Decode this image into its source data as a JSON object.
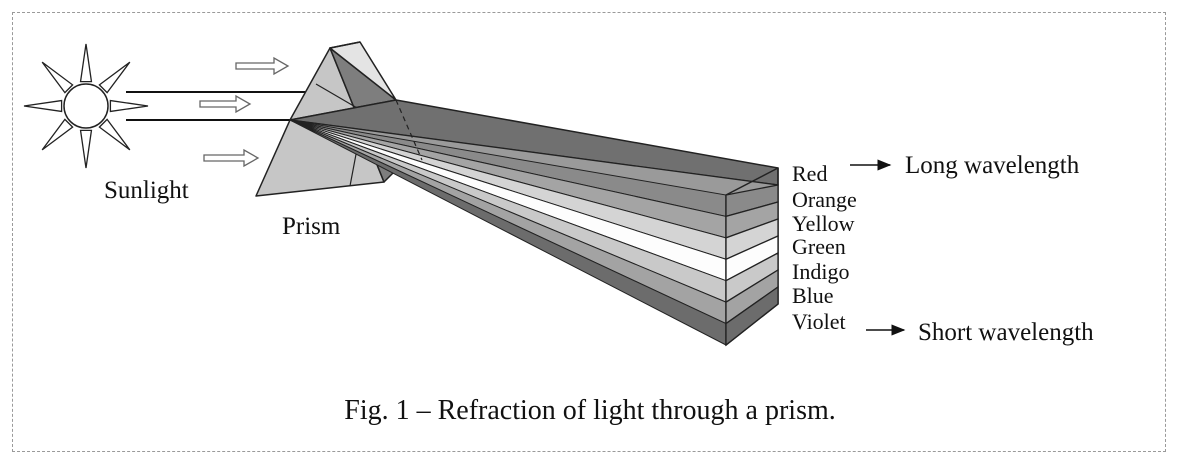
{
  "diagram": {
    "source_label": "Sunlight",
    "prism_label": "Prism",
    "colors": [
      {
        "label": "Red",
        "fill": "#8a8a8a"
      },
      {
        "label": "Orange",
        "fill": "#a4a4a4"
      },
      {
        "label": "Yellow",
        "fill": "#d4d4d4"
      },
      {
        "label": "Green",
        "fill": "#fdfdfd"
      },
      {
        "label": "Indigo",
        "fill": "#c9c9c9"
      },
      {
        "label": "Blue",
        "fill": "#a3a3a3"
      },
      {
        "label": "Violet",
        "fill": "#6c6c6c"
      }
    ],
    "long_wavelength_label": "Long wavelength",
    "short_wavelength_label": "Short wavelength",
    "caption": "Fig.  1 – Refraction of light through a prism."
  }
}
